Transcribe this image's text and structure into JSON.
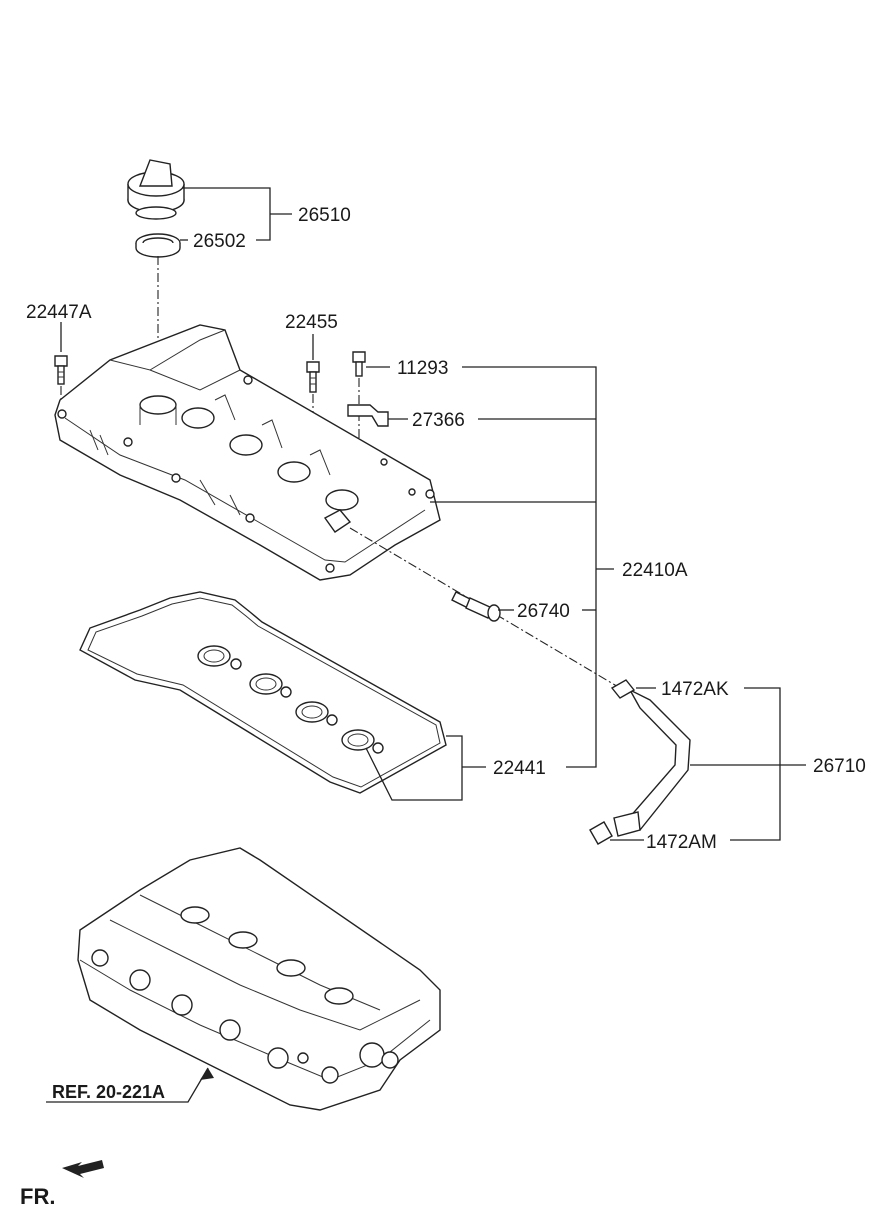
{
  "labels": {
    "p26510": "26510",
    "p26502": "26502",
    "p22447A": "22447A",
    "p22455": "22455",
    "p11293": "11293",
    "p27366": "27366",
    "p22410A": "22410A",
    "p26740": "26740",
    "p1472AK": "1472AK",
    "p26710": "26710",
    "p22441": "22441",
    "p1472AM": "1472AM"
  },
  "reference": "REF. 20-221A",
  "front_indicator": "FR."
}
